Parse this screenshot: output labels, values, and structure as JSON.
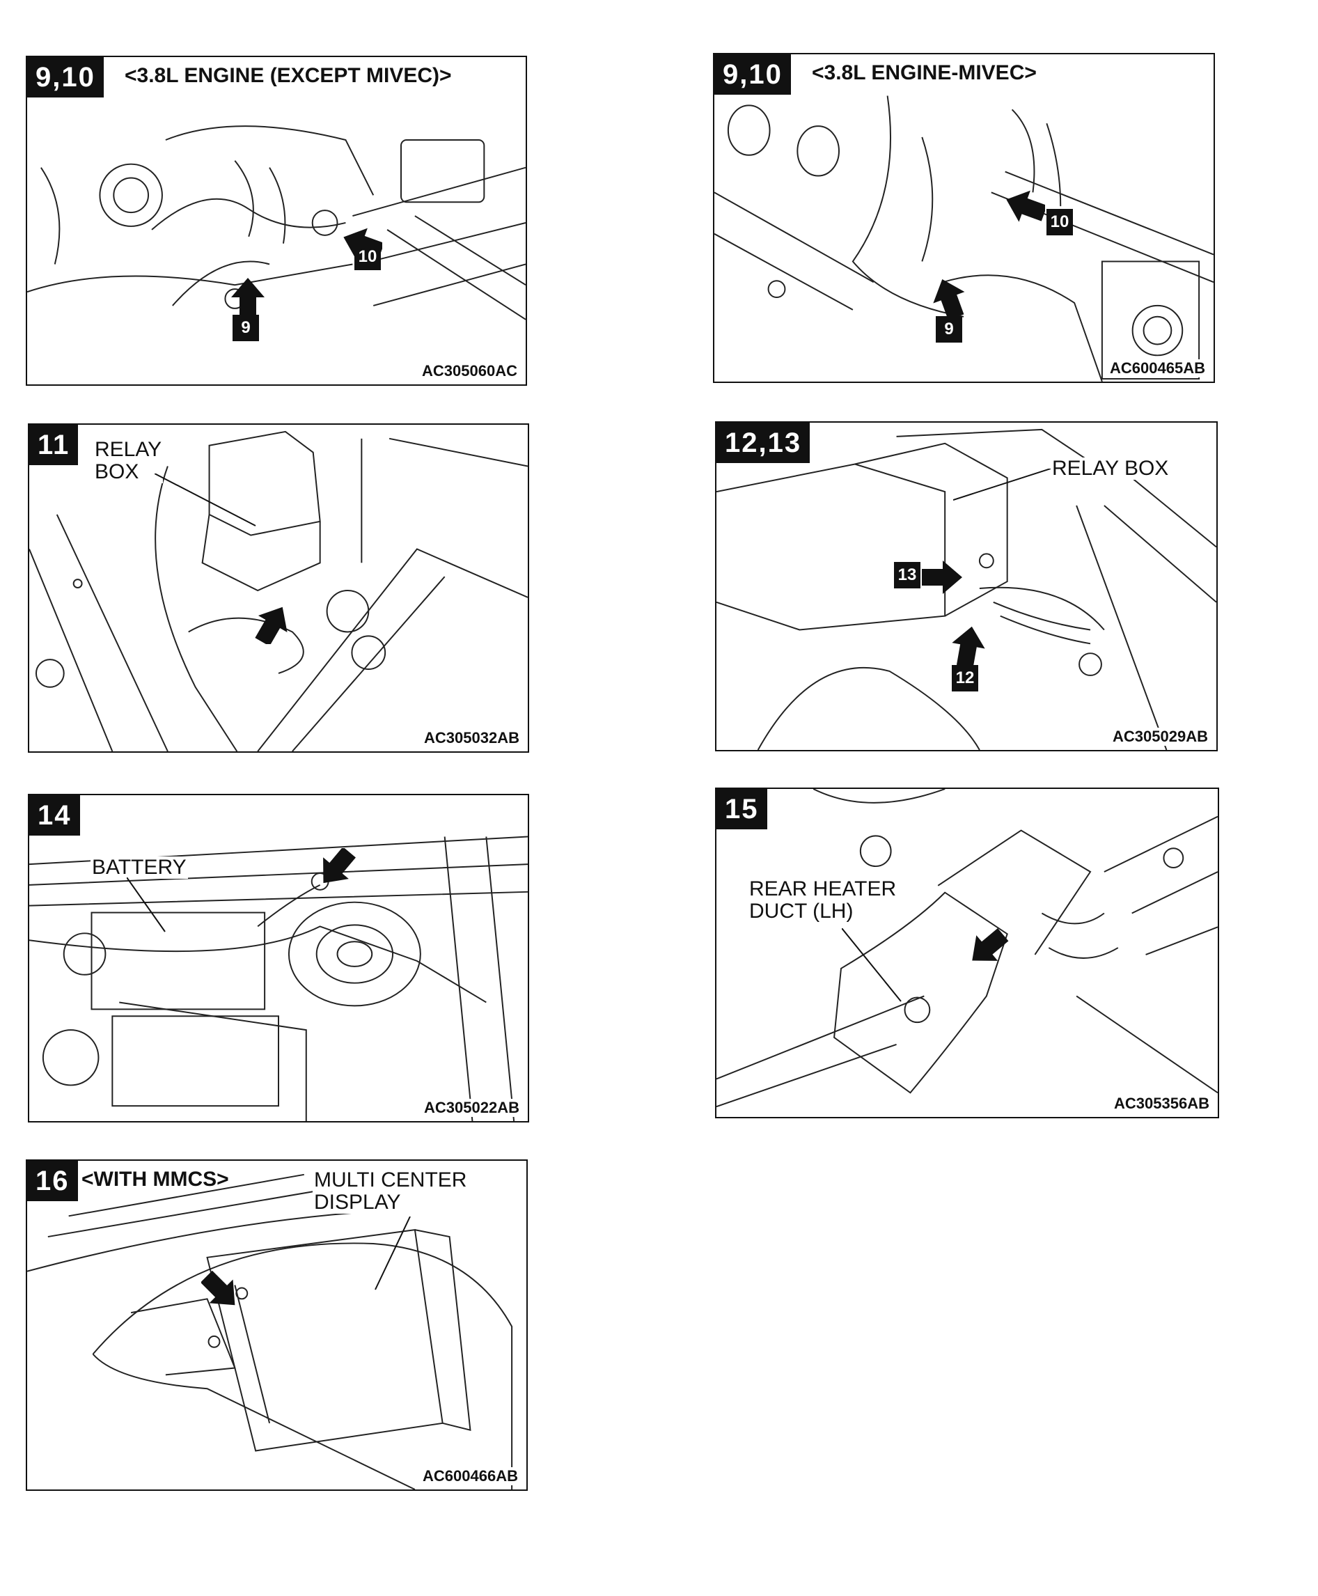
{
  "panels": {
    "p1": {
      "number": "9,10",
      "heading": "<3.8L ENGINE (EXCEPT MIVEC)>",
      "code": "AC305060AC",
      "callouts": [
        "9",
        "10"
      ]
    },
    "p2": {
      "number": "9,10",
      "heading": "<3.8L ENGINE-MIVEC>",
      "code": "AC600465AB",
      "callouts": [
        "9",
        "10"
      ]
    },
    "p3": {
      "number": "11",
      "label": "RELAY\nBOX",
      "code": "AC305032AB"
    },
    "p4": {
      "number": "12,13",
      "label": "RELAY BOX",
      "code": "AC305029AB",
      "callouts": [
        "13",
        "12"
      ]
    },
    "p5": {
      "number": "14",
      "label": "BATTERY",
      "code": "AC305022AB"
    },
    "p6": {
      "number": "15",
      "label": "REAR HEATER\nDUCT (LH)",
      "code": "AC305356AB"
    },
    "p7": {
      "number": "16",
      "heading": "<WITH MMCS>",
      "label": "MULTI CENTER\nDISPLAY",
      "code": "AC600466AB"
    }
  }
}
